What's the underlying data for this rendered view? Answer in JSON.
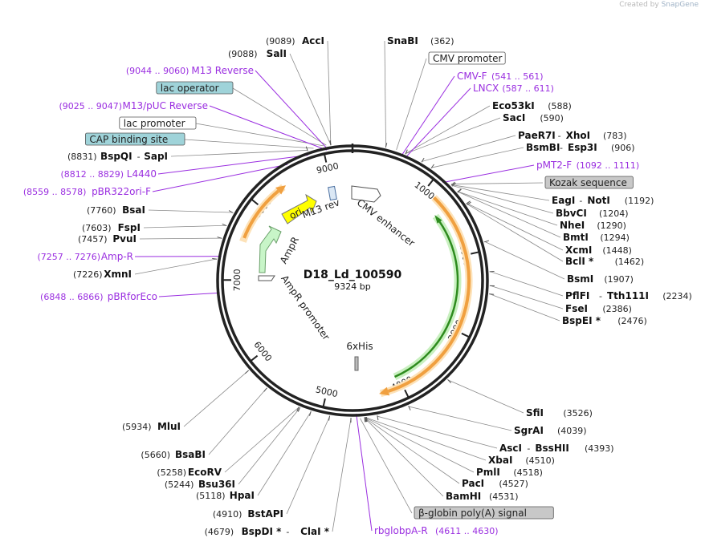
{
  "credit": {
    "prefix": "Created by",
    "brand": "SnapGene"
  },
  "plasmid": {
    "name": "D18_Ld_100590",
    "length": "9324 bp"
  },
  "tick_labels": [
    "1000",
    "2000",
    "3000",
    "4000",
    "5000",
    "6000",
    "7000",
    "8000",
    "9000"
  ],
  "feature_labels": {
    "cmv_enhancer": "CMV enhancer",
    "m13_rev": "M13 rev",
    "ori": "ori",
    "ampr": "AmpR",
    "ampr_promoter": "AmpR promoter",
    "his": "6xHis"
  },
  "left_labels": [
    {
      "pos": "(9089)",
      "name": "AccI"
    },
    {
      "pos": "(9088)",
      "name": "SalI"
    },
    {
      "primerpos": "(9044 .. 9060)",
      "primer": "M13 Reverse"
    },
    {
      "box": "lac operator"
    },
    {
      "primerpos": "(9025 .. 9047)",
      "primer": "M13/pUC Reverse"
    },
    {
      "box": "lac promoter"
    },
    {
      "box": "CAP binding site"
    },
    {
      "pos": "(8831)",
      "name": "BspQI",
      "name2": "SapI"
    },
    {
      "primerpos": "(8812 .. 8829)",
      "primer": "L4440"
    },
    {
      "primerpos": "(8559 .. 8578)",
      "primer": "pBR322ori-F"
    },
    {
      "pos": "(7760)",
      "name": "BsaI"
    },
    {
      "pos": "(7603)",
      "name": "FspI"
    },
    {
      "pos": "(7457)",
      "name": "PvuI"
    },
    {
      "primerpos": "(7257 .. 7276)",
      "primer": "Amp-R"
    },
    {
      "pos": "(7226)",
      "name": "XmnI"
    },
    {
      "primerpos": "(6848 .. 6866)",
      "primer": "pBRforEco"
    }
  ],
  "right_labels": [
    {
      "name": "SnaBI",
      "pos": "(362)"
    },
    {
      "box": "CMV promoter"
    },
    {
      "primer": "CMV-F",
      "primerpos": "(541 .. 561)"
    },
    {
      "primer": "LNCX",
      "primerpos": "(587 .. 611)"
    },
    {
      "name": "Eco53kI",
      "pos": "(588)"
    },
    {
      "name": "SacI",
      "pos": "(590)"
    },
    {
      "name": "PaeR7I",
      "name2": "XhoI",
      "pos": "(783)"
    },
    {
      "name": "BsmBI",
      "name2": "Esp3I",
      "pos": "(906)"
    },
    {
      "primer": "pMT2-F",
      "primerpos": "(1092 .. 1111)"
    },
    {
      "box": "Kozak sequence"
    },
    {
      "name": "EagI",
      "name2": "NotI",
      "pos": "(1192)"
    },
    {
      "name": "BbvCI",
      "pos": "(1204)"
    },
    {
      "name": "NheI",
      "pos": "(1290)"
    },
    {
      "name": "BmtI",
      "pos": "(1294)"
    },
    {
      "name": "XcmI",
      "pos": "(1448)"
    },
    {
      "name": "BclI *",
      "pos": "(1462)"
    },
    {
      "name": "BsmI",
      "pos": "(1907)"
    },
    {
      "name": "PflFI",
      "name2": "Tth111I",
      "pos": "(2234)"
    },
    {
      "name": "FseI",
      "pos": "(2386)"
    },
    {
      "name": "BspEI *",
      "pos": "(2476)"
    }
  ],
  "bottom_right_labels": [
    {
      "name": "SfiI",
      "pos": "(3526)"
    },
    {
      "name": "SgrAI",
      "pos": "(4039)"
    },
    {
      "name": "AscI",
      "name2": "BssHII",
      "pos": "(4393)"
    },
    {
      "name": "XbaI",
      "pos": "(4510)"
    },
    {
      "name": "PmlI",
      "pos": "(4518)"
    },
    {
      "name": "PacI",
      "pos": "(4527)"
    },
    {
      "name": "BamHI",
      "pos": "(4531)"
    },
    {
      "box": "β-globin poly(A) signal"
    },
    {
      "primer": "rbglobpA-R",
      "primerpos": "(4611 .. 4630)"
    }
  ],
  "bottom_left_labels": [
    {
      "pos": "(5934)",
      "name": "MluI"
    },
    {
      "pos": "(5660)",
      "name": "BsaBI"
    },
    {
      "pos": "(5258)",
      "name": "EcoRV"
    },
    {
      "pos": "(5244)",
      "name": "Bsu36I"
    },
    {
      "pos": "(5118)",
      "name": "HpaI"
    },
    {
      "pos": "(4910)",
      "name": "BstAPI"
    },
    {
      "pos": "(4679)",
      "name": "BspDI *",
      "name2": "ClaI *"
    }
  ],
  "colors": {
    "backbone": "#222222",
    "primer": "#9a2ee0",
    "orange_feature": "#f0a040",
    "green_feature": "#2e8b1e",
    "ori": "#ffff00",
    "ampr": "#c8f5c8",
    "box_blue": "#9fd3d9",
    "box_gray": "#c8c8c8"
  }
}
